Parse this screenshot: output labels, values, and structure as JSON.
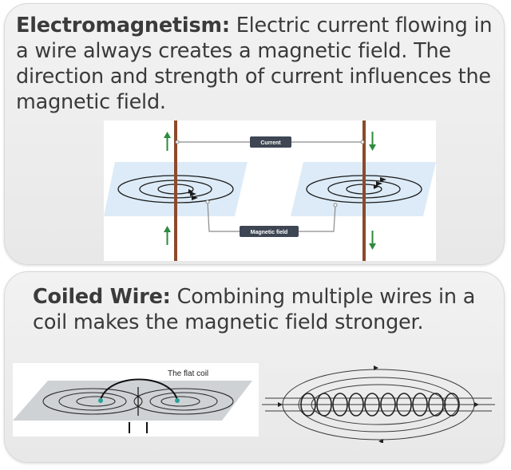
{
  "electromagnetism": {
    "heading": "Electromagnetism:",
    "body": "Electric current flowing in a wire always creates a magnetic field. The direction and strength of current influences the magnetic field.",
    "diagram": {
      "current_label": "Current",
      "field_label": "Magnetic field"
    }
  },
  "coiled_wire": {
    "heading": "Coiled Wire:",
    "body": "Combining multiple wires in a coil makes the magnetic field stronger.",
    "flat_coil_label": "The flat coil"
  },
  "colors": {
    "card_bg": "#eeeeee",
    "wire": "#8b4a2b",
    "arrow": "#2e8b3e",
    "plane": "#dcebf7",
    "label_box": "#3e4653"
  }
}
